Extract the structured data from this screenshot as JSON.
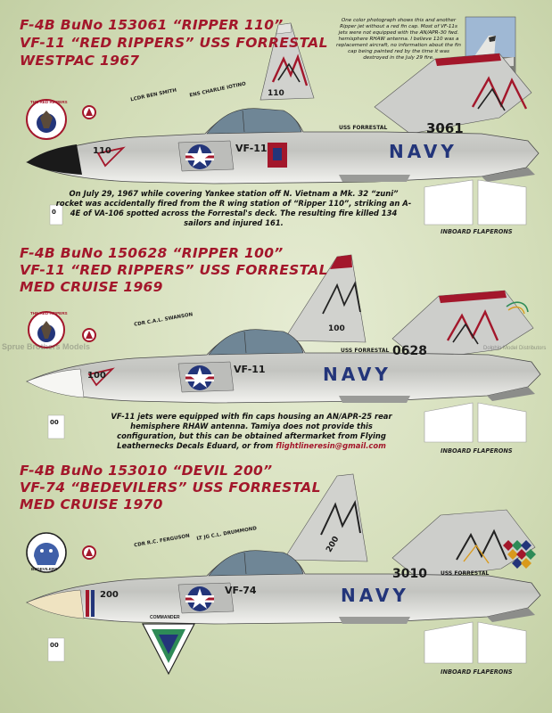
{
  "sections": [
    {
      "title_line1": "F-4B  BuNo 153061 “RIPPER 110”",
      "title_line2": "VF-11 “RED RIPPERS” USS FORRESTAL",
      "title_line3": "WESTPAC 1967",
      "crew_pilot": "LCDR BEN SMITH",
      "crew_rio": "ENS CHARLIE IOTINO",
      "squadron_code": "VF-11",
      "ship_name": "USS FORRESTAL",
      "bureau_digits": "3061",
      "modex": "110",
      "fin_modex": "110",
      "navy": "NAVY",
      "caption": "On July 29, 1967 while covering Yankee station off N. Vietnam a Mk. 32 “zuni” rocket was accidentally fired from the R wing station of “Ripper 110”, striking an A-4E of VA-106 spotted across the Forrestal's deck. The resulting fire killed 134 sailors and injured 161.",
      "photo_caption": "One color photograph shows this and another Ripper jet without a red fin cap. Most of VF-11s jets were not equipped with the AN/APR-30 fwd. hemisphere RHAW antenna. I believe 110 was a replacement aircraft, no information about the fin cap being painted red by the time it was destroyed in the July 29 fire.",
      "flaperons_label": "INBOARD FLAPERONS",
      "small_modex": "0"
    },
    {
      "title_line1": "F-4B  BuNo 150628 “RIPPER 100”",
      "title_line2": "VF-11 “RED RIPPERS” USS FORRESTAL",
      "title_line3": "MED CRUISE 1969",
      "crew_pilot": "CDR C.A.L. SWANSON",
      "squadron_code": "VF-11",
      "ship_name": "USS FORRESTAL",
      "bureau_digits": "0628",
      "modex": "100",
      "fin_modex": "100",
      "navy": "NAVY",
      "caption_line1": "VF-11 jets were equipped with fin caps housing an AN/APR-25 rear hemisphere RHAW antenna. Tamiya does not provide this configuration, but this can be obtained aftermarket from Flying Leathernecks Decals",
      "caption_line2": "Eduard, or from ",
      "email": "flightlineresin@gmail.com",
      "flaperons_label": "INBOARD FLAPERONS",
      "small_modex": "00"
    },
    {
      "title_line1": "F-4B  BuNo 153010 “DEVIL 200”",
      "title_line2": "VF-74 “BEDEVILERS” USS FORRESTAL",
      "title_line3": "MED CRUISE 1970",
      "crew_pilot": "CDR R.C. FERGUSON",
      "crew_rio": "LT JG C.L. DRUMMOND",
      "squadron_code": "VF-74",
      "ship_name": "USS FORRESTAL",
      "bureau_digits": "3010",
      "modex": "200",
      "fin_modex": "200",
      "navy": "NAVY",
      "flaperons_label": "INBOARD FLAPERONS",
      "small_modex": "00"
    }
  ],
  "patches": {
    "red_rippers": "THE RED RIPPERS",
    "bedevilers": "BEDEVILERS",
    "commander": "COMMANDER"
  },
  "watermark": {
    "left": "Sprue Brothers Models",
    "right": "Dolphin Model Distributors"
  },
  "colors": {
    "title_red": "#a3172b",
    "gull_gray": "#c9cac6",
    "insignia_blue": "#23357a",
    "background_green": "#d3ddb8"
  }
}
